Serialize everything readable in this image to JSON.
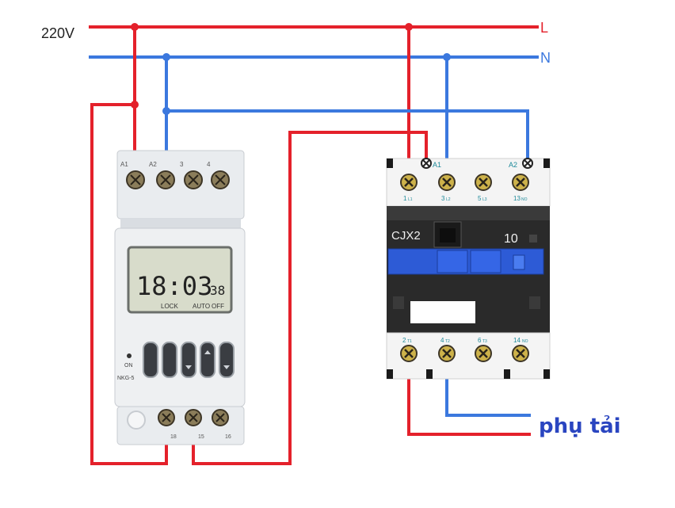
{
  "supply": {
    "voltage_label": "220V",
    "line_label": "L",
    "neutral_label": "N"
  },
  "timer": {
    "top_terminals": [
      "A1",
      "A2",
      "3",
      "4"
    ],
    "bottom_terminals": [
      "18",
      "15",
      "16"
    ],
    "lcd_time": "18:03",
    "lcd_seconds": "38",
    "lcd_status": [
      "LOCK",
      "AUTO",
      "OFF"
    ],
    "on_label": "ON",
    "model": "NKG-5"
  },
  "contactor": {
    "model": "CJX2",
    "rating": "10",
    "coil_a1": "A1",
    "coil_a2": "A2",
    "top_terminals": [
      "1",
      "3",
      "5",
      "13"
    ],
    "top_sub": [
      "L1",
      "L2",
      "L3",
      "NO"
    ],
    "bottom_terminals": [
      "2",
      "4",
      "6",
      "14"
    ],
    "bottom_sub": [
      "T1",
      "T2",
      "T3",
      "NO"
    ]
  },
  "load_label": "phụ tải",
  "colors": {
    "line_wire": "#e4212b",
    "neutral_wire": "#3b78de",
    "load_text": "#2a45c0",
    "contactor_body": "#2a2a2a",
    "contactor_blue": "#2d5bd6",
    "timer_body": "#e9ecef"
  }
}
